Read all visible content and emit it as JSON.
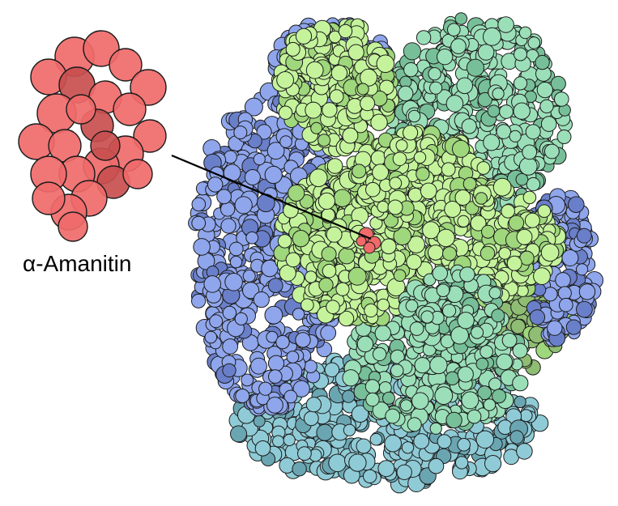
{
  "figure": {
    "label_text": "α-Amanitin",
    "colors": {
      "toxin": "#f06a6a",
      "toxin_shade": "#c94f4f",
      "blue_subunit": "#8fa6ec",
      "blue_subunit_shade": "#6a7fc9",
      "light_green_subunit": "#c4f39c",
      "light_green_shade": "#9fd77c",
      "teal_green_subunit": "#9bdfb9",
      "teal_green_shade": "#77bf98",
      "cyan_subunit": "#8fcbd6",
      "cyan_subunit_shade": "#6aa6b2",
      "olive_subunit": "#8fbd73",
      "outline": "#1c1c1c",
      "pointer_line": "#000000"
    },
    "icons": {
      "toxin_model": "space-filling-molecule",
      "polymerase_model": "space-filling-protein-complex"
    }
  }
}
